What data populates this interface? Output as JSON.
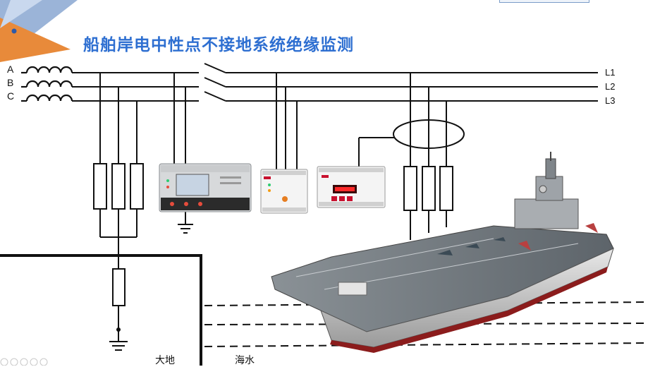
{
  "title": "船舶岸电中性点不接地系统绝缘监测",
  "phases": [
    "A",
    "B",
    "C"
  ],
  "lines": [
    "L1",
    "L2",
    "L3"
  ],
  "labels": {
    "earth": "大地",
    "seawater": "海水"
  },
  "colors": {
    "title": "#2e6fd1",
    "wire": "#111111",
    "device_accent": "#c8102e",
    "ship_deck": "#6f767c",
    "ship_hull": "#d9d9d9"
  },
  "footer_icons": [
    "prev-icon",
    "next-icon",
    "zoom-icon",
    "search-icon",
    "slide-icon"
  ]
}
